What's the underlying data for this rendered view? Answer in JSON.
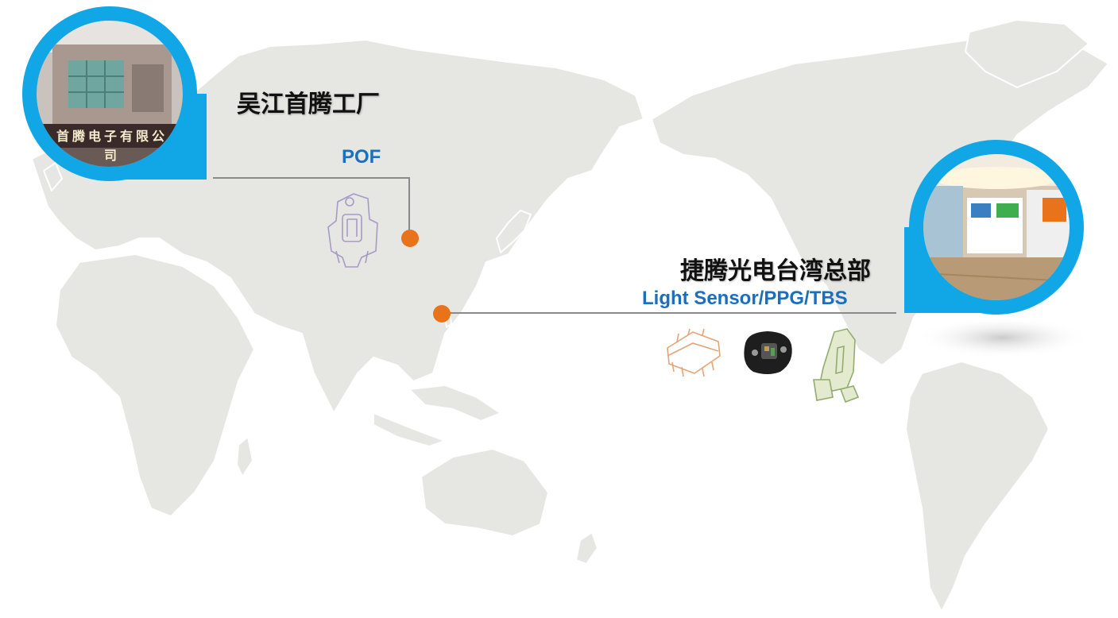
{
  "locations": [
    {
      "name": "吴江首腾工厂",
      "products": "POF",
      "photo_sign_text": "首腾电子有限公司"
    },
    {
      "name": "捷腾光电台湾总部",
      "products": "Light Sensor/PPG/TBS"
    }
  ],
  "colors": {
    "accent_blue": "#11a7e6",
    "product_text_blue": "#1a6fbf",
    "marker_orange": "#e8731b",
    "map_gray": "#e6e6e3",
    "connector_gray": "#8a8a8a"
  },
  "icons": [
    "world-map",
    "factory-photo",
    "showroom-photo",
    "pof-component-icon",
    "smd-sensor-icon",
    "ppg-sensor-icon",
    "tbs-component-icon"
  ]
}
